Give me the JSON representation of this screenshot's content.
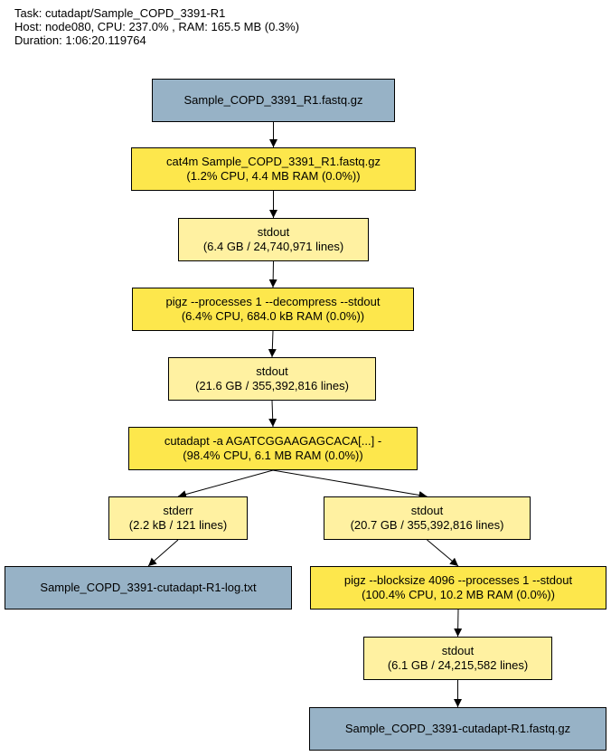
{
  "header": {
    "task": "Task: cutadapt/Sample_COPD_3391-R1",
    "host": "Host: node080, CPU: 237.0% , RAM: 165.5 MB (0.3%)",
    "duration": "Duration: 1:06:20.119764"
  },
  "nodes": {
    "input_file": {
      "label": "Sample_COPD_3391_R1.fastq.gz"
    },
    "cat4m": {
      "line1": "cat4m Sample_COPD_3391_R1.fastq.gz",
      "line2": "(1.2% CPU, 4.4 MB RAM (0.0%))"
    },
    "stdout1": {
      "line1": "stdout",
      "line2": "(6.4 GB / 24,740,971 lines)"
    },
    "pigz_decompress": {
      "line1": "pigz --processes 1 --decompress --stdout",
      "line2": "(6.4% CPU, 684.0 kB RAM (0.0%))"
    },
    "stdout2": {
      "line1": "stdout",
      "line2": "(21.6 GB / 355,392,816 lines)"
    },
    "cutadapt": {
      "line1": "cutadapt -a AGATCGGAAGAGCACA[...] -",
      "line2": "(98.4% CPU, 6.1 MB RAM (0.0%))"
    },
    "stderr": {
      "line1": "stderr",
      "line2": "(2.2 kB / 121 lines)"
    },
    "stdout3": {
      "line1": "stdout",
      "line2": "(20.7 GB / 355,392,816 lines)"
    },
    "log_file": {
      "label": "Sample_COPD_3391-cutadapt-R1-log.txt"
    },
    "pigz_compress": {
      "line1": "pigz --blocksize 4096 --processes 1 --stdout",
      "line2": "(100.4% CPU, 10.2 MB RAM (0.0%))"
    },
    "stdout4": {
      "line1": "stdout",
      "line2": "(6.1 GB / 24,215,582 lines)"
    },
    "output_file": {
      "label": "Sample_COPD_3391-cutadapt-R1.fastq.gz"
    }
  },
  "edges": [
    [
      "input_file",
      "cat4m"
    ],
    [
      "cat4m",
      "stdout1"
    ],
    [
      "stdout1",
      "pigz_decompress"
    ],
    [
      "pigz_decompress",
      "stdout2"
    ],
    [
      "stdout2",
      "cutadapt"
    ],
    [
      "cutadapt",
      "stderr"
    ],
    [
      "cutadapt",
      "stdout3"
    ],
    [
      "stderr",
      "log_file"
    ],
    [
      "stdout3",
      "pigz_compress"
    ],
    [
      "pigz_compress",
      "stdout4"
    ],
    [
      "stdout4",
      "output_file"
    ]
  ],
  "colors": {
    "file": "#97b2c6",
    "process": "#fde74c",
    "stream": "#fff1a1"
  }
}
